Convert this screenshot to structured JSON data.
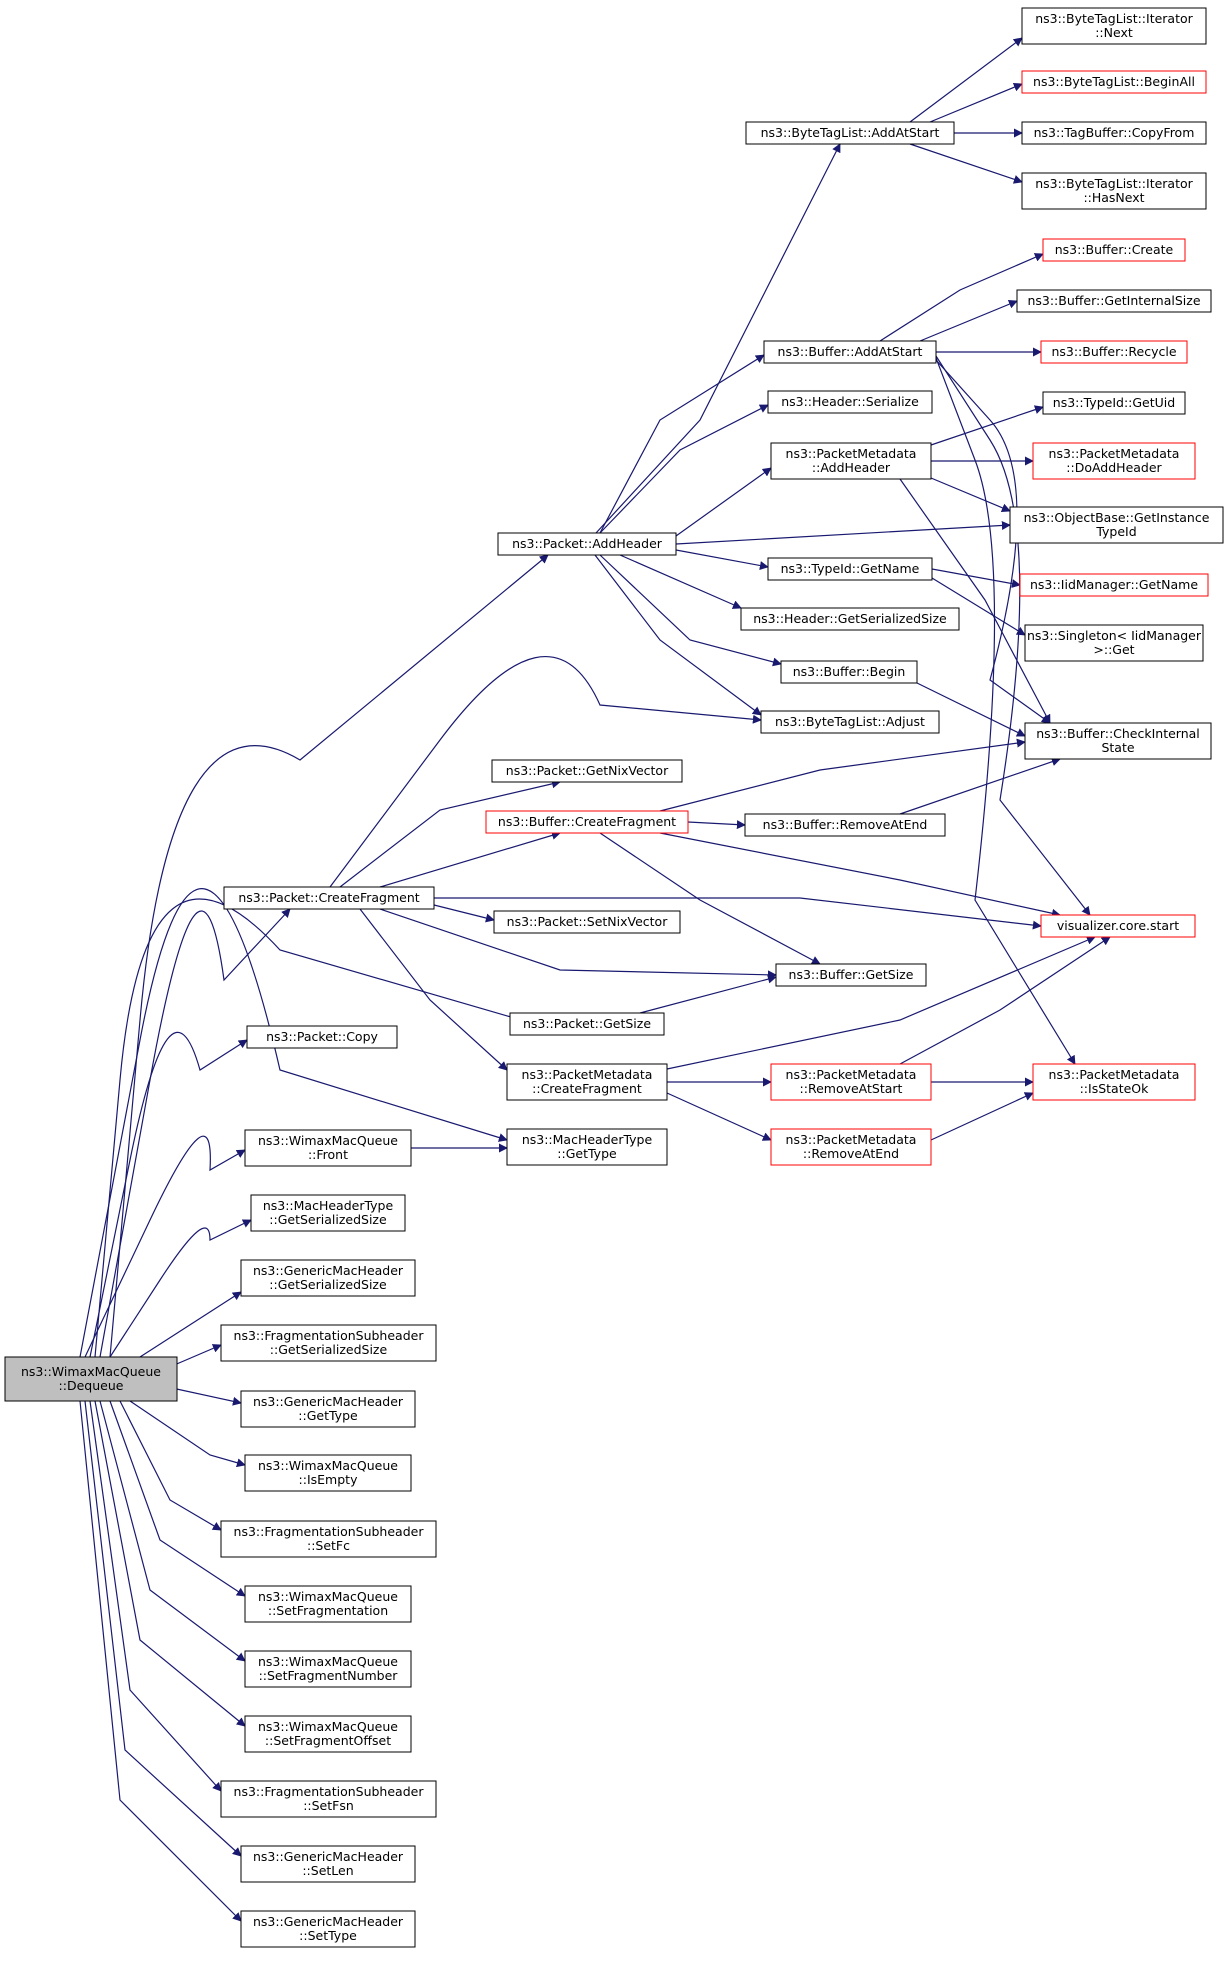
{
  "graph": {
    "colors": {
      "edge": "#191970",
      "node_border": "#000000",
      "truncated_border": "#ff0000",
      "root_fill": "#bfbfbf",
      "background": "#ffffff"
    },
    "nodes": [
      {
        "id": "dequeue",
        "lines": [
          "ns3::WimaxMacQueue",
          "::Dequeue"
        ],
        "root": true
      },
      {
        "id": "pkt_addheader",
        "lines": [
          "ns3::Packet::AddHeader"
        ]
      },
      {
        "id": "pkt_createfragment",
        "lines": [
          "ns3::Packet::CreateFragment"
        ]
      },
      {
        "id": "pkt_getsize",
        "lines": [
          "ns3::Packet::GetSize"
        ]
      },
      {
        "id": "pkt_copy",
        "lines": [
          "ns3::Packet::Copy"
        ]
      },
      {
        "id": "wmq_front",
        "lines": [
          "ns3::WimaxMacQueue",
          "::Front"
        ]
      },
      {
        "id": "mht_getserializedsize",
        "lines": [
          "ns3::MacHeaderType",
          "::GetSerializedSize"
        ]
      },
      {
        "id": "gmh_getserializedsize",
        "lines": [
          "ns3::GenericMacHeader",
          "::GetSerializedSize"
        ]
      },
      {
        "id": "fs_getserializedsize",
        "lines": [
          "ns3::FragmentationSubheader",
          "::GetSerializedSize"
        ]
      },
      {
        "id": "gmh_gettype",
        "lines": [
          "ns3::GenericMacHeader",
          "::GetType"
        ]
      },
      {
        "id": "wmq_isempty",
        "lines": [
          "ns3::WimaxMacQueue",
          "::IsEmpty"
        ]
      },
      {
        "id": "fs_setfc",
        "lines": [
          "ns3::FragmentationSubheader",
          "::SetFc"
        ]
      },
      {
        "id": "wmq_setfragmentation",
        "lines": [
          "ns3::WimaxMacQueue",
          "::SetFragmentation"
        ]
      },
      {
        "id": "wmq_setfragmentnumber",
        "lines": [
          "ns3::WimaxMacQueue",
          "::SetFragmentNumber"
        ]
      },
      {
        "id": "wmq_setfragmentoffset",
        "lines": [
          "ns3::WimaxMacQueue",
          "::SetFragmentOffset"
        ]
      },
      {
        "id": "fs_setfsn",
        "lines": [
          "ns3::FragmentationSubheader",
          "::SetFsn"
        ]
      },
      {
        "id": "gmh_setlen",
        "lines": [
          "ns3::GenericMacHeader",
          "::SetLen"
        ]
      },
      {
        "id": "gmh_settype",
        "lines": [
          "ns3::GenericMacHeader",
          "::SetType"
        ]
      },
      {
        "id": "btl_addatstart",
        "lines": [
          "ns3::ByteTagList::AddAtStart"
        ]
      },
      {
        "id": "buf_addatstart",
        "lines": [
          "ns3::Buffer::AddAtStart"
        ]
      },
      {
        "id": "hdr_serialize",
        "lines": [
          "ns3::Header::Serialize"
        ]
      },
      {
        "id": "pm_addheader",
        "lines": [
          "ns3::PacketMetadata",
          "::AddHeader"
        ]
      },
      {
        "id": "typeid_getname",
        "lines": [
          "ns3::TypeId::GetName"
        ]
      },
      {
        "id": "hdr_getserializedsize",
        "lines": [
          "ns3::Header::GetSerializedSize"
        ]
      },
      {
        "id": "buf_begin",
        "lines": [
          "ns3::Buffer::Begin"
        ]
      },
      {
        "id": "btl_adjust",
        "lines": [
          "ns3::ByteTagList::Adjust"
        ]
      },
      {
        "id": "pkt_getnixvector",
        "lines": [
          "ns3::Packet::GetNixVector"
        ]
      },
      {
        "id": "buf_createfragment",
        "lines": [
          "ns3::Buffer::CreateFragment"
        ],
        "truncated": true
      },
      {
        "id": "pkt_setnixvector",
        "lines": [
          "ns3::Packet::SetNixVector"
        ]
      },
      {
        "id": "buf_getsize",
        "lines": [
          "ns3::Buffer::GetSize"
        ]
      },
      {
        "id": "pm_createfragment",
        "lines": [
          "ns3::PacketMetadata",
          "::CreateFragment"
        ]
      },
      {
        "id": "mht_gettype",
        "lines": [
          "ns3::MacHeaderType",
          "::GetType"
        ]
      },
      {
        "id": "btl_iter_next",
        "lines": [
          "ns3::ByteTagList::Iterator",
          "::Next"
        ]
      },
      {
        "id": "btl_beginall",
        "lines": [
          "ns3::ByteTagList::BeginAll"
        ],
        "truncated": true
      },
      {
        "id": "tagbuffer_copyfrom",
        "lines": [
          "ns3::TagBuffer::CopyFrom"
        ]
      },
      {
        "id": "btl_iter_hasnext",
        "lines": [
          "ns3::ByteTagList::Iterator",
          "::HasNext"
        ]
      },
      {
        "id": "buf_create",
        "lines": [
          "ns3::Buffer::Create"
        ],
        "truncated": true
      },
      {
        "id": "buf_getinternalsize",
        "lines": [
          "ns3::Buffer::GetInternalSize"
        ]
      },
      {
        "id": "buf_recycle",
        "lines": [
          "ns3::Buffer::Recycle"
        ],
        "truncated": true
      },
      {
        "id": "typeid_getuid",
        "lines": [
          "ns3::TypeId::GetUid"
        ]
      },
      {
        "id": "pm_doaddheader",
        "lines": [
          "ns3::PacketMetadata",
          "::DoAddHeader"
        ],
        "truncated": true
      },
      {
        "id": "ob_getinstancetypeid",
        "lines": [
          "ns3::ObjectBase::GetInstance",
          "TypeId"
        ]
      },
      {
        "id": "iid_getname",
        "lines": [
          "ns3::IidManager::GetName"
        ],
        "truncated": true
      },
      {
        "id": "singleton_get",
        "lines": [
          "ns3::Singleton< IidManager",
          ">::Get"
        ]
      },
      {
        "id": "buf_checkinternalstate",
        "lines": [
          "ns3::Buffer::CheckInternal",
          "State"
        ]
      },
      {
        "id": "buf_removeatend",
        "lines": [
          "ns3::Buffer::RemoveAtEnd"
        ]
      },
      {
        "id": "viz_core_start",
        "lines": [
          "visualizer.core.start"
        ],
        "truncated": true
      },
      {
        "id": "pm_removeatstart",
        "lines": [
          "ns3::PacketMetadata",
          "::RemoveAtStart"
        ],
        "truncated": true
      },
      {
        "id": "pm_removeatend",
        "lines": [
          "ns3::PacketMetadata",
          "::RemoveAtEnd"
        ],
        "truncated": true
      },
      {
        "id": "pm_isstateok",
        "lines": [
          "ns3::PacketMetadata",
          "::IsStateOk"
        ],
        "truncated": true
      }
    ]
  }
}
